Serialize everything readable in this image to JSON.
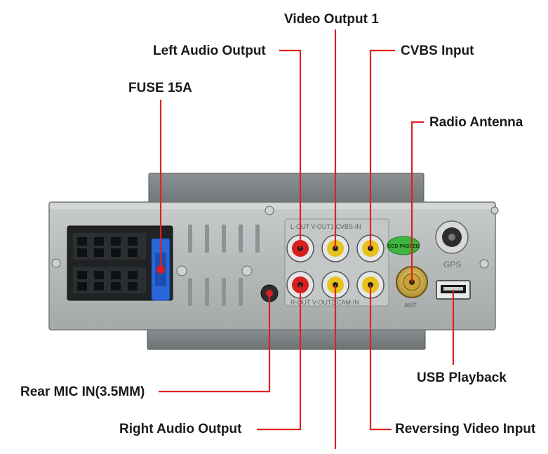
{
  "labels": {
    "video_output_1": "Video Output 1",
    "left_audio_output": "Left Audio Output",
    "cvbs_input": "CVBS Input",
    "fuse": "FUSE 15A",
    "radio_antenna": "Radio Antenna",
    "usb_playback": "USB Playback",
    "rear_mic": "Rear MIC IN(3.5MM)",
    "right_audio_output": "Right Audio Output",
    "reversing_video_input": "Reversing Video Input"
  },
  "panel_text": {
    "gps": "GPS",
    "ccd_badge": "CCD PASSED",
    "ant": "ANT",
    "top_row": "L-OUT  V-OUT1  CVBS-IN",
    "bottom_row": "R-OUT  V-OUT2  CAM-IN"
  },
  "colors": {
    "callout_line": "#e02020",
    "panel_gray": "#b9bcbd",
    "rca_yellow": "#e8c21a",
    "rca_red": "#d81e1e",
    "fuse_blue": "#2a67d8",
    "badge_green": "#3fb43f"
  }
}
